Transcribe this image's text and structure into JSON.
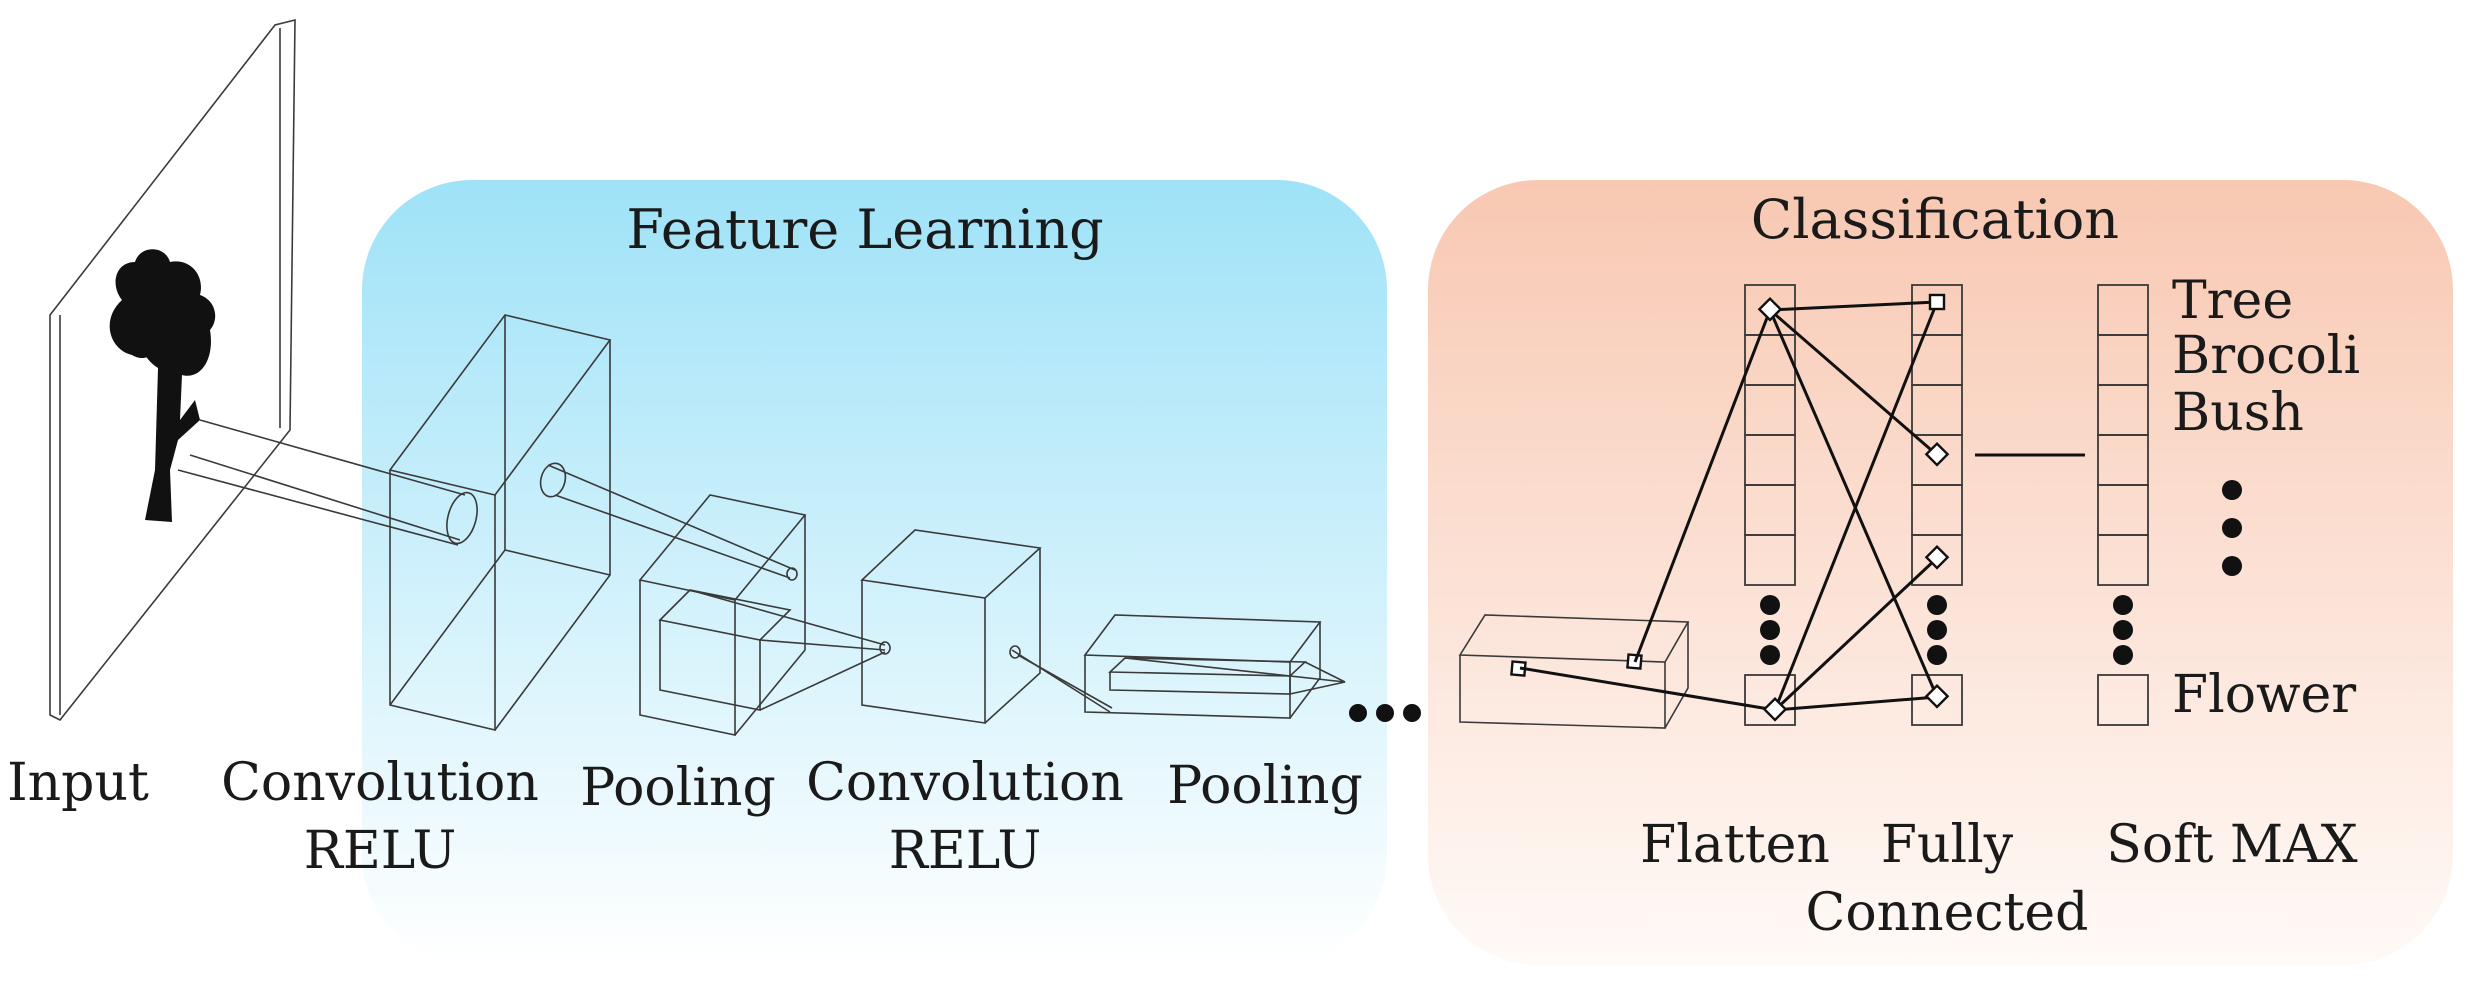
{
  "sections": {
    "feature_learning": {
      "title": "Feature Learning",
      "color_top": "#9fe2f8",
      "color_bottom": "#ffffff"
    },
    "classification": {
      "title": "Classification",
      "color_top": "#f8c8b2",
      "color_bottom": "#ffffff"
    }
  },
  "labels": {
    "input": "Input",
    "conv1_line1": "Convolution",
    "conv1_line2": "RELU",
    "pool1": "Pooling",
    "conv2_line1": "Convolution",
    "conv2_line2": "RELU",
    "pool2": "Pooling",
    "flatten": "Flatten",
    "fc_line1": "Fully",
    "fc_line2": "Connected",
    "softmax": "Soft MAX"
  },
  "outputs": {
    "tree": "Tree",
    "brocoli": "Brocoli",
    "bush": "Bush",
    "flower": "Flower"
  },
  "icons": {
    "input_image": "tree-silhouette-icon"
  }
}
